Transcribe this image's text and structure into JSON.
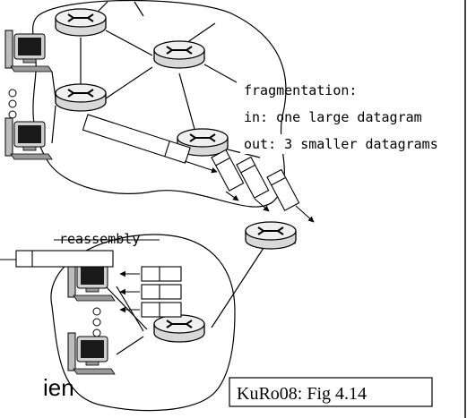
{
  "annotation": {
    "lines": [
      "fragmentation:",
      "in: one large datagram",
      "out: 3 smaller datagrams"
    ]
  },
  "reassembly_label": "reassembly",
  "caption": "KuRo08: Fig 4.14",
  "partial_text": "ien",
  "icons": {
    "router": "router-icon",
    "computer": "computer-icon",
    "datagram": "datagram-packet-icon",
    "ellipsis": "vertical-dots-icon"
  },
  "colors": {
    "stroke": "#000000",
    "router_fill": "#e8e8e8",
    "monitor_screen": "#1a1a1a"
  }
}
